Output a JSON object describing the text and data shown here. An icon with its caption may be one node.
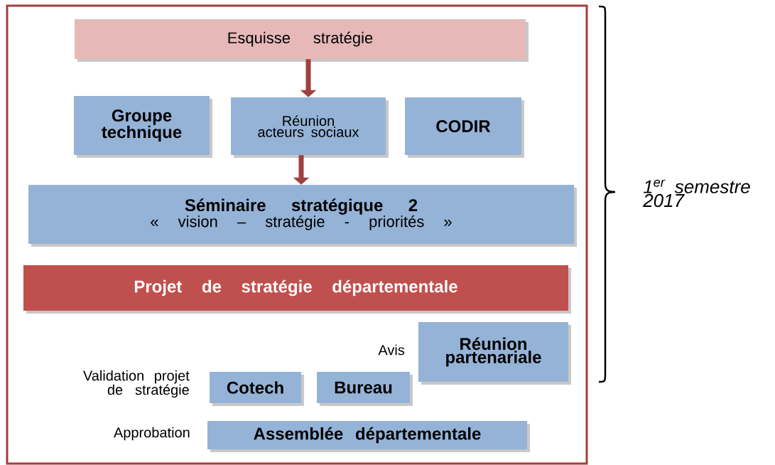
{
  "diagram": {
    "nodes": [
      {
        "text": [],
        "shape": "box"
      },
      {
        "text": [
          "Esquisse stratégie"
        ],
        "in": 0
      },
      {
        "text": [
          "Groupe technique"
        ],
        "in": 0
      },
      {
        "text": [
          "Réunion acteurs sociaux"
        ],
        "in": 0
      },
      {
        "text": [
          "CODIR"
        ],
        "in": 0
      },
      {
        "text": [
          "Séminaire stratégique 2",
          "« vision – stratégie - priorités »"
        ],
        "in": 0
      },
      {
        "text": [
          "Projet de stratégie départementale"
        ],
        "in": 0
      },
      {
        "text": [
          "Réunion partenariale"
        ],
        "in": 0
      },
      {
        "text": [
          "Cotech"
        ],
        "in": 0
      },
      {
        "text": [
          "Bureau"
        ],
        "in": 0
      },
      {
        "text": [
          "Assemblée départementale"
        ],
        "in": 0
      }
    ],
    "edges": [
      {
        "from": 1,
        "to": 3,
        "arrow": "to"
      },
      {
        "from": 3,
        "to": 5,
        "arrow": "to"
      }
    ],
    "labels": [
      "Avis",
      "Validation projet de stratégie",
      "Approbation",
      "1$^{er}$ semestre 2017"
    ]
  }
}
